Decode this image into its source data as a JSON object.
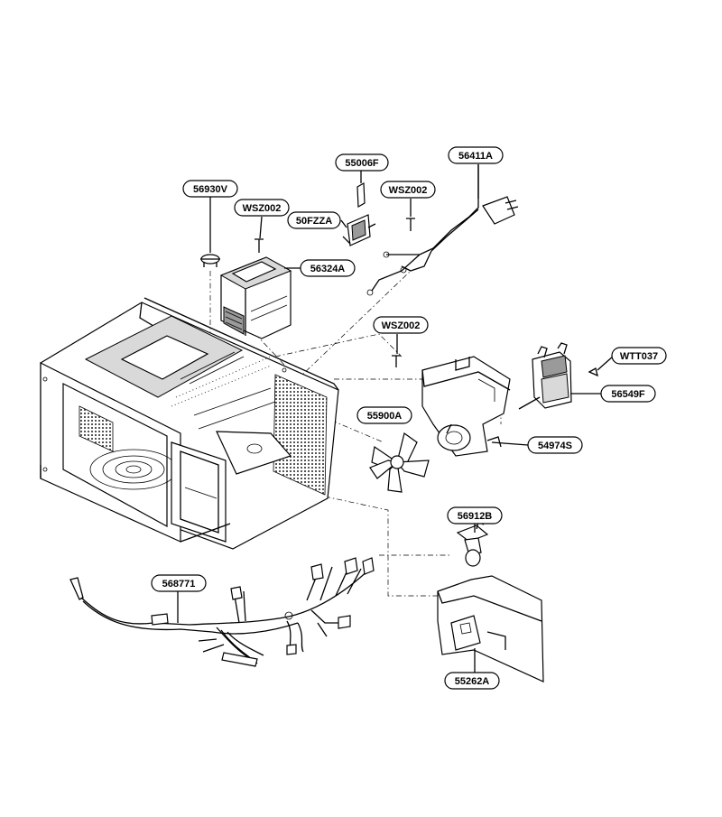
{
  "labels": [
    {
      "id": "56930V",
      "text": "56930V"
    },
    {
      "id": "WSZ002-a",
      "text": "WSZ002"
    },
    {
      "id": "55006F",
      "text": "55006F"
    },
    {
      "id": "50FZZA",
      "text": "50FZZA"
    },
    {
      "id": "WSZ002-b",
      "text": "WSZ002"
    },
    {
      "id": "56411A",
      "text": "56411A"
    },
    {
      "id": "56324A",
      "text": "56324A"
    },
    {
      "id": "WSZ002-c",
      "text": "WSZ002"
    },
    {
      "id": "WTT037",
      "text": "WTT037"
    },
    {
      "id": "56549F",
      "text": "56549F"
    },
    {
      "id": "55900A",
      "text": "55900A"
    },
    {
      "id": "54974S",
      "text": "54974S"
    },
    {
      "id": "56912B",
      "text": "56912B"
    },
    {
      "id": "568771",
      "text": "568771"
    },
    {
      "id": "55262A",
      "text": "55262A"
    }
  ]
}
